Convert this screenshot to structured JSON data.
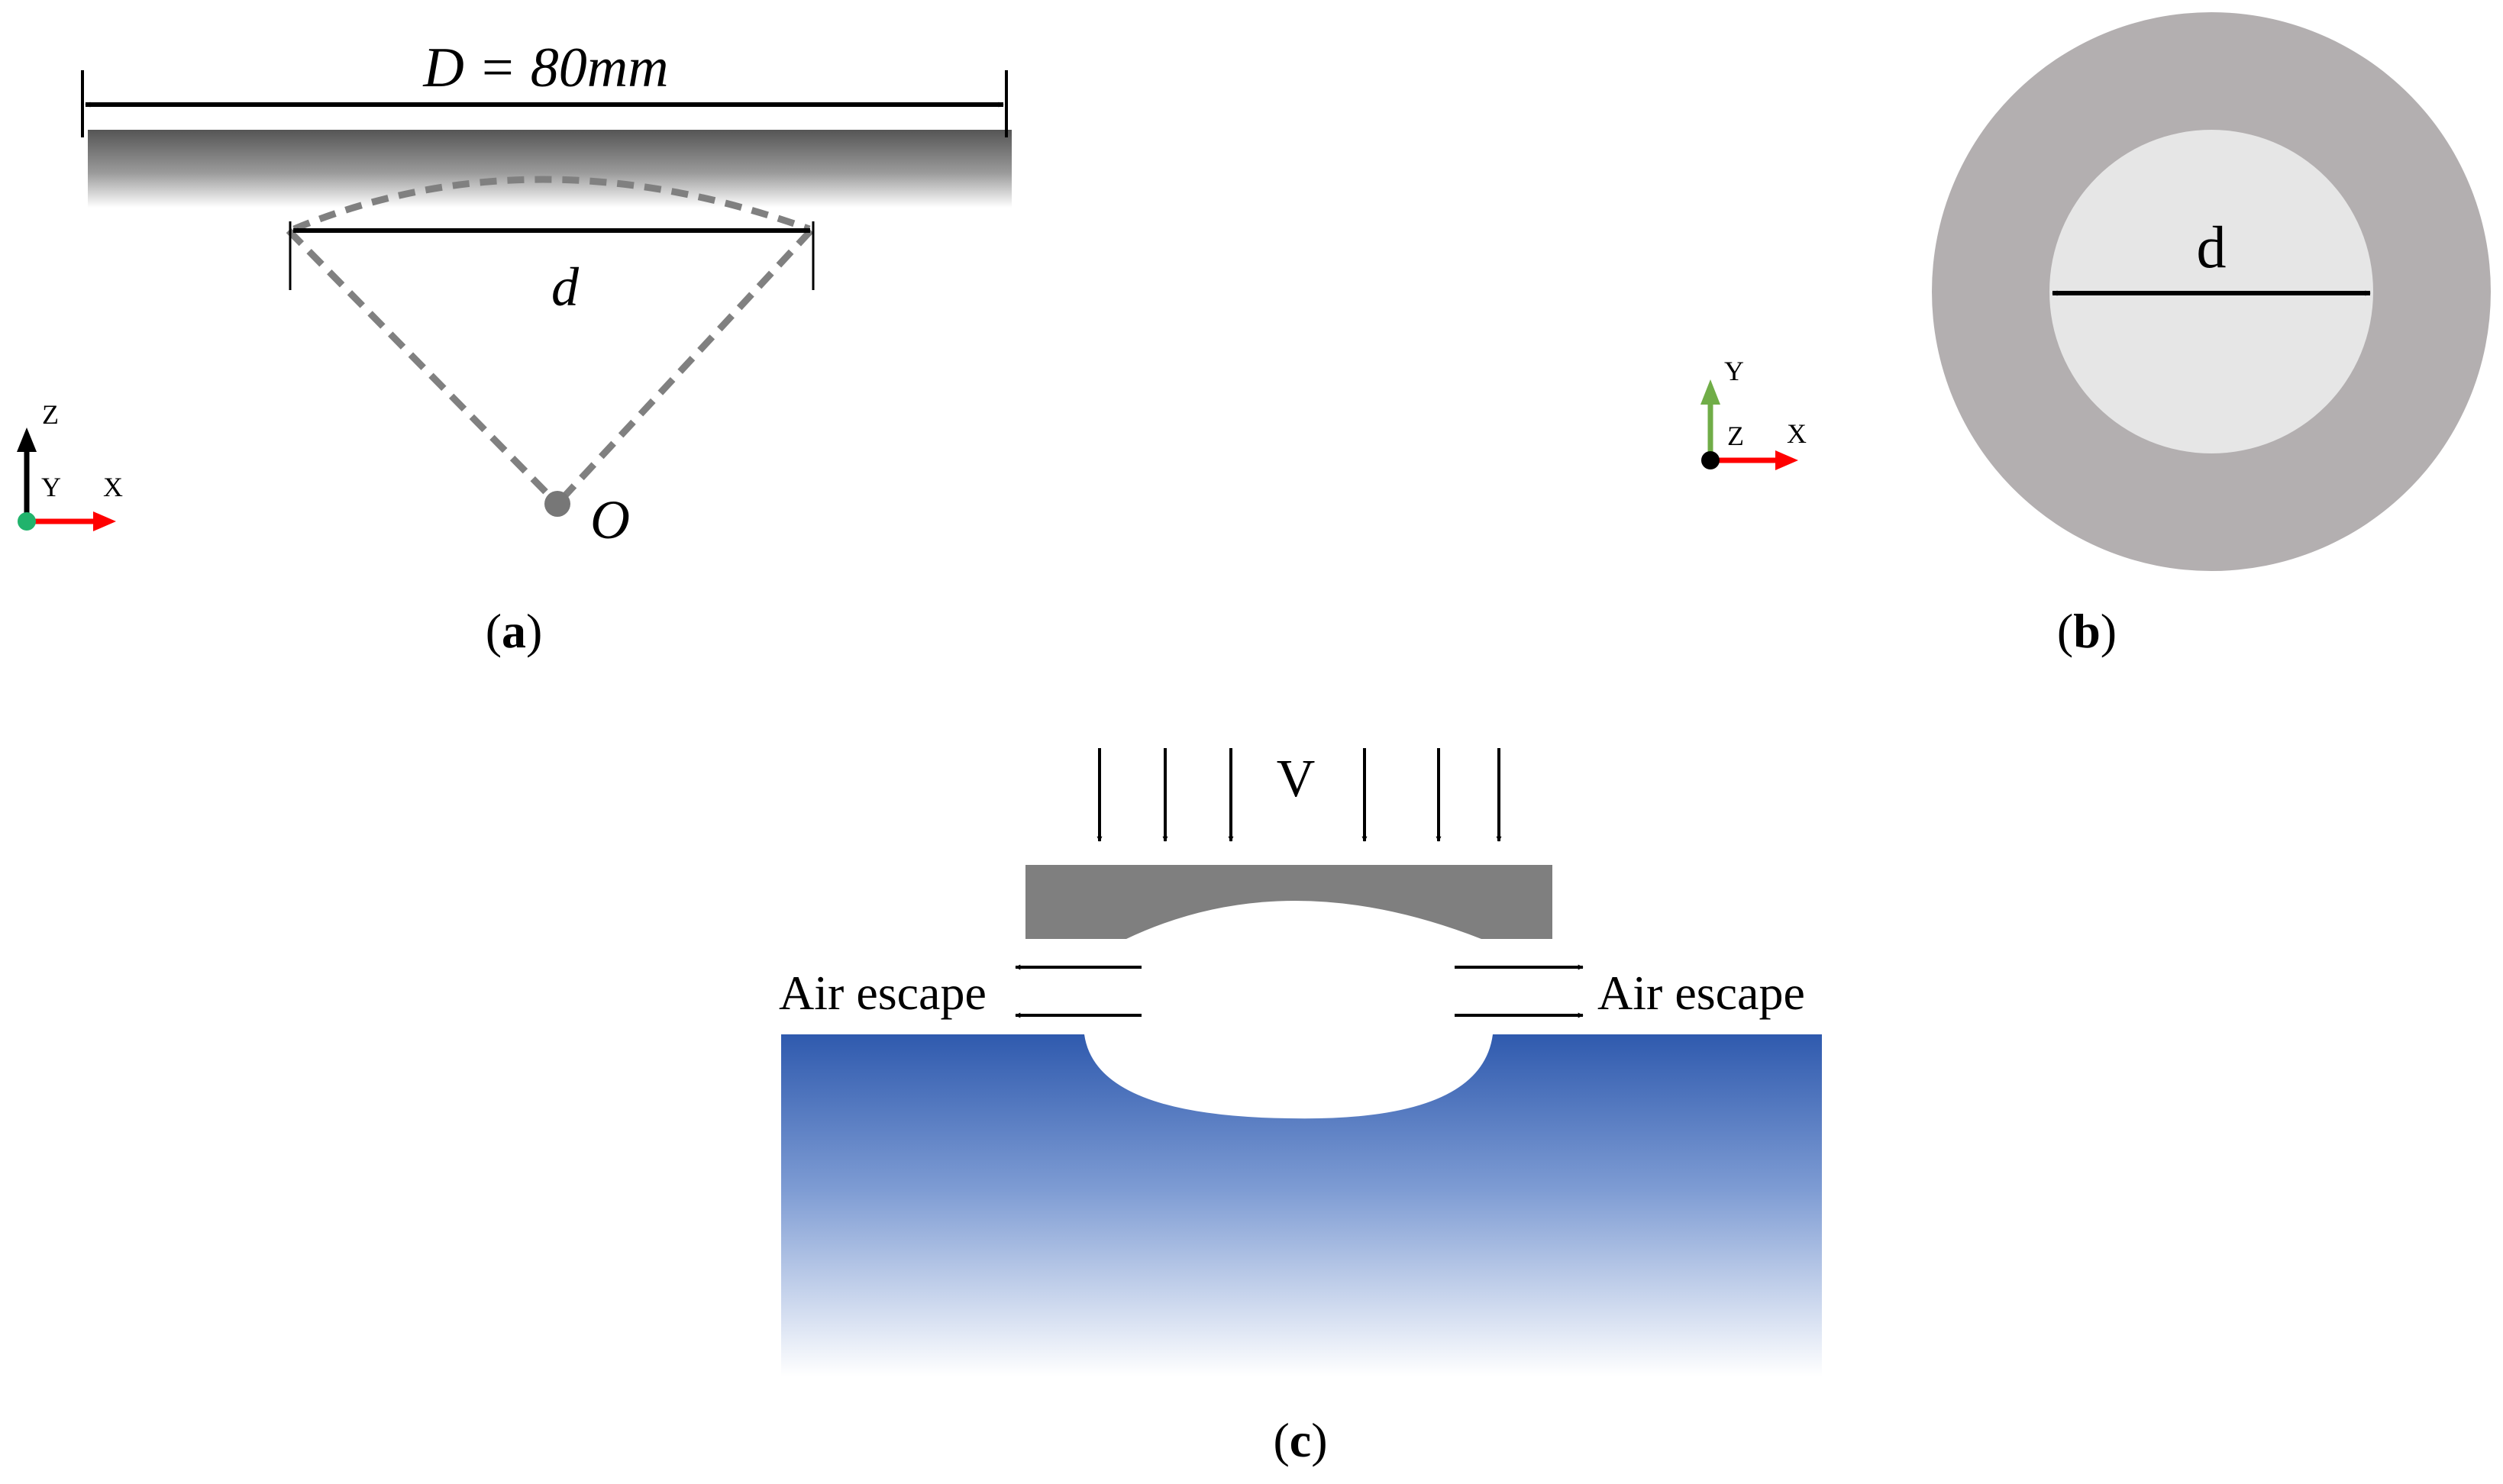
{
  "panel_a": {
    "caption_open": "(",
    "caption_letter": "a",
    "caption_close": ")",
    "diameter_label": "D = 80mm",
    "chord_label": "d",
    "center_label": "O",
    "axes": {
      "vertical": "Z",
      "out_of_plane": "Y",
      "horizontal": "X"
    }
  },
  "panel_b": {
    "caption_open": "(",
    "caption_letter": "b",
    "caption_close": ")",
    "inner_diameter_label": "d",
    "axes": {
      "vertical": "Y",
      "out_of_plane": "Z",
      "horizontal": "X"
    }
  },
  "panel_c": {
    "caption_open": "(",
    "caption_letter": "c",
    "caption_close": ")",
    "velocity_label": "V",
    "left_flow_label": "Air escape",
    "right_flow_label": "Air escape"
  },
  "colors": {
    "plate_dark": "#5f5f5f",
    "plate_light": "#ffffff",
    "disc_outer": "#b3afb0",
    "disc_inner": "#e6e6e6",
    "water_top": "#3561b2",
    "water_bottom": "#ffffff",
    "axis_x": "#ff0000",
    "axis_y_green": "#70ad47",
    "axis_origin_green": "#21b36c",
    "dashed": "#808080"
  }
}
